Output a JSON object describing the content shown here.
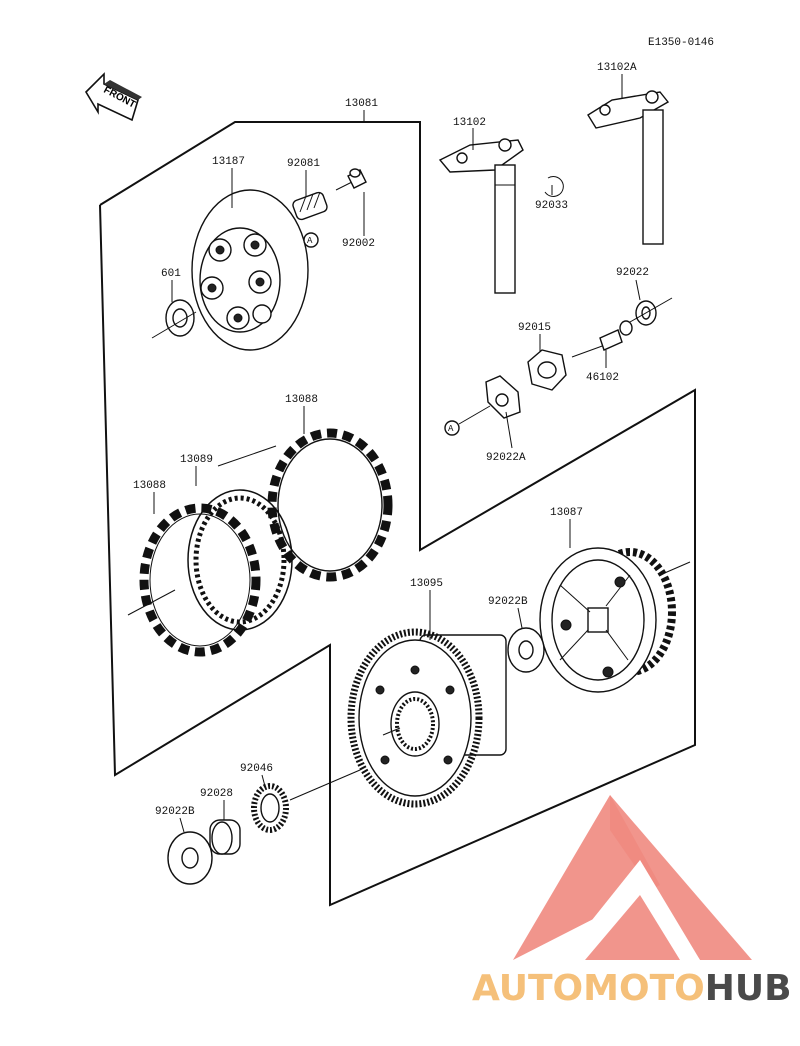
{
  "ref_code": "E1350-0146",
  "front_label": "FRONT",
  "parts": {
    "p13081": "13081",
    "p13187": "13187",
    "p92081": "92081",
    "p92002": "92002",
    "p601": "601",
    "p13102": "13102",
    "p13102A": "13102A",
    "p92033": "92033",
    "p92022": "92022",
    "p92015": "92015",
    "p46102": "46102",
    "p92022A": "92022A",
    "p13088a": "13088",
    "p13089": "13089",
    "p13088b": "13088",
    "p13087": "13087",
    "p13095": "13095",
    "p92022B_top": "92022B",
    "p92046": "92046",
    "p92028": "92028",
    "p92022B_bottom": "92022B"
  },
  "ref_marks": {
    "a1": "A",
    "a2": "A"
  },
  "watermark": {
    "word_part1": "AUTOMOTO",
    "word_part2": "HUB",
    "color_main": "#f08a7f",
    "color_accent": "#f5c07a",
    "color_dark": "#4a4a4a"
  }
}
